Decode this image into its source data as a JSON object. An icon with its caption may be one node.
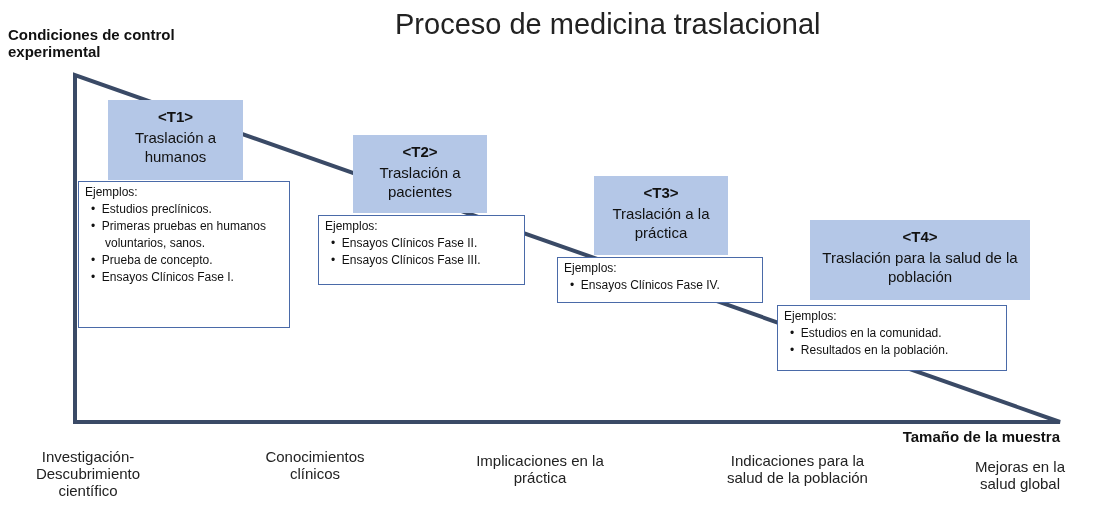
{
  "diagram": {
    "title": "Proceso de medicina traslacional",
    "nodes": [
      {
        "text": [
          "<T1>",
          "Traslación a humanos"
        ]
      },
      {
        "text": [
          "Ejemplos:",
          "•  Estudios preclínicos.",
          "•  Primeras pruebas en humanos voluntarios, sanos.",
          "•  Prueba de concepto.",
          "•  Ensayos Clínicos Fase I."
        ]
      },
      {
        "text": [
          "<T2>",
          "Traslación a pacientes"
        ]
      },
      {
        "text": [
          "Ejemplos:",
          "•  Ensayos Clínicos Fase II.",
          "•  Ensayos Clínicos Fase III."
        ]
      },
      {
        "text": [
          "<T3>",
          "Traslación a la práctica"
        ]
      },
      {
        "text": [
          "Ejemplos:",
          "•  Ensayos Clínicos Fase IV."
        ]
      },
      {
        "text": [
          "<T4>",
          "Traslación para la salud de la población"
        ]
      },
      {
        "text": [
          "Ejemplos:",
          "•  Estudios en la comunidad.",
          "•  Resultados en la población."
        ]
      }
    ],
    "edges": [],
    "labels": [
      "Condiciones de control experimental",
      "Tamaño de la muestra",
      "Investigación-Descubrimiento científico",
      "Conocimientos clínicos",
      "Implicaciones en la práctica",
      "Indicaciones para la salud de la población",
      "Mejoras en la salud global"
    ]
  }
}
